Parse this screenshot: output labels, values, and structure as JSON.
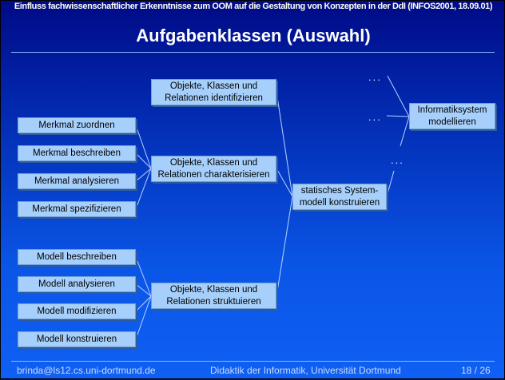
{
  "header": {
    "subtitle": "Einfluss fachwissenschaftlicher Erkenntnisse zum OOM auf die Gestaltung von Konzepten in der DdI (INFOS2001, 18.09.01)",
    "title": "Aufgabenklassen (Auswahl)"
  },
  "merkmal": [
    "Merkmal zuordnen",
    "Merkmal beschreiben",
    "Merkmal analysieren",
    "Merkmal spezifizieren"
  ],
  "modell": [
    "Modell beschreiben",
    "Modell analysieren",
    "Modell modifizieren",
    "Modell konstruieren"
  ],
  "middle": {
    "identifizieren": [
      "Objekte, Klassen und",
      "Relationen identifizieren"
    ],
    "charakterisieren": [
      "Objekte, Klassen und",
      "Relationen charakterisieren"
    ],
    "strukturieren": [
      "Objekte, Klassen und",
      "Relationen struktuieren"
    ]
  },
  "statisch": [
    "statisches System-",
    "modell konstruieren"
  ],
  "informatik": [
    "Informatiksystem",
    "modellieren"
  ],
  "ellipsis": "...",
  "footer": {
    "email": "brinda@ls12.cs.uni-dortmund.de",
    "institution": "Didaktik der Informatik, Universität Dortmund",
    "page": "18 / 26"
  }
}
